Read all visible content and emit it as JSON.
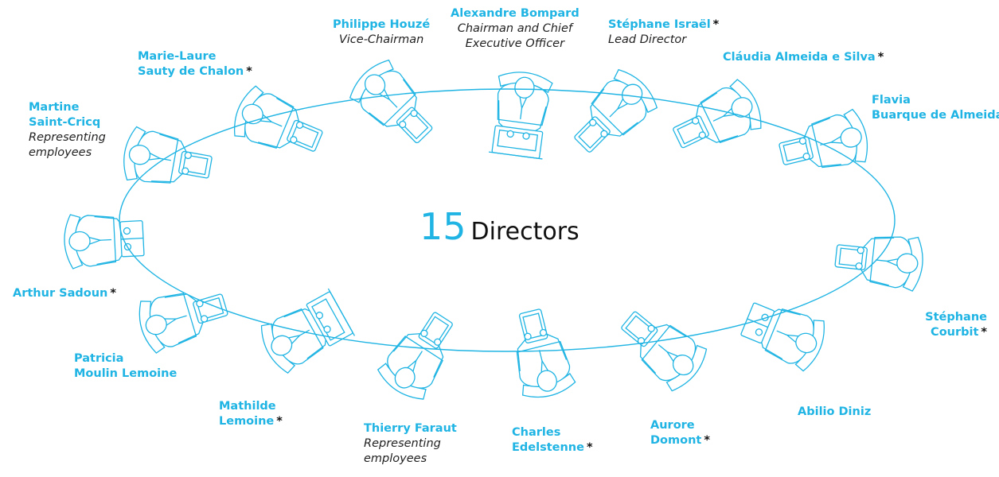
{
  "title": {
    "count": "15",
    "label": "Directors"
  },
  "colors": {
    "accent": "#1fb4e3",
    "text": "#111111"
  },
  "directors": [
    {
      "name_lines": [
        "Philippe Houzé"
      ],
      "role_lines": [
        "Vice-Chairman"
      ],
      "star": ""
    },
    {
      "name_lines": [
        "Alexandre Bompard"
      ],
      "role_lines": [
        "Chairman and Chief",
        "Executive Officer"
      ],
      "star": ""
    },
    {
      "name_lines": [
        "Stéphane Israël"
      ],
      "role_lines": [
        "Lead Director"
      ],
      "star": "*"
    },
    {
      "name_lines": [
        "Cláudia Almeida e Silva"
      ],
      "role_lines": [],
      "star": "*"
    },
    {
      "name_lines": [
        "Flavia",
        "Buarque de Almeida"
      ],
      "role_lines": [],
      "star": ""
    },
    {
      "name_lines": [
        "Marie-Laure",
        "Sauty de Chalon"
      ],
      "role_lines": [],
      "star": "*"
    },
    {
      "name_lines": [
        "Martine",
        "Saint-Cricq"
      ],
      "role_lines": [
        "Representing",
        "employees"
      ],
      "star": ""
    },
    {
      "name_lines": [
        "Arthur Sadoun"
      ],
      "role_lines": [],
      "star": "*"
    },
    {
      "name_lines": [
        "Patricia",
        "Moulin Lemoine"
      ],
      "role_lines": [],
      "star": ""
    },
    {
      "name_lines": [
        "Mathilde",
        "Lemoine"
      ],
      "role_lines": [],
      "star": "*"
    },
    {
      "name_lines": [
        "Thierry Faraut"
      ],
      "role_lines": [
        "Representing",
        "employees"
      ],
      "star": ""
    },
    {
      "name_lines": [
        "Charles",
        "Edelstenne"
      ],
      "role_lines": [],
      "star": "*"
    },
    {
      "name_lines": [
        "Aurore",
        "Domont"
      ],
      "role_lines": [],
      "star": "*"
    },
    {
      "name_lines": [
        "Abilio Diniz"
      ],
      "role_lines": [],
      "star": ""
    },
    {
      "name_lines": [
        "Stéphane",
        "Courbit"
      ],
      "role_lines": [],
      "star": "*"
    }
  ]
}
